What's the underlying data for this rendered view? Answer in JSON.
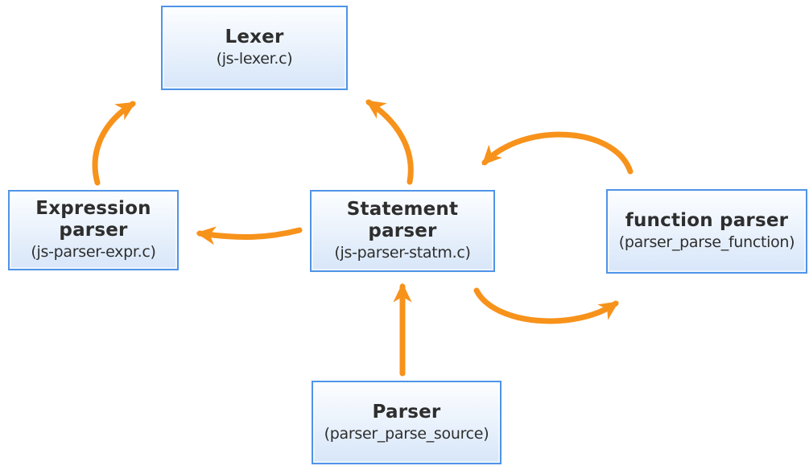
{
  "diagram": {
    "colors": {
      "arrow": "#F7921B",
      "node_border": "#4F94E8",
      "node_fill_top": "#FDFEFF",
      "node_fill_bottom": "#D7E6F9",
      "text": "#2E2E2E",
      "background": "#FFFFFF"
    },
    "nodes": [
      {
        "id": "lexer",
        "title": "Lexer",
        "subtitle": "(js-lexer.c)"
      },
      {
        "id": "expression-parser",
        "title": "Expression\nparser",
        "subtitle": "(js-parser-expr.c)"
      },
      {
        "id": "statement-parser",
        "title": "Statement\nparser",
        "subtitle": "(js-parser-statm.c)"
      },
      {
        "id": "function-parser",
        "title": "function parser",
        "subtitle": "(parser_parse_function)"
      },
      {
        "id": "parser",
        "title": "Parser",
        "subtitle": "(parser_parse_source)"
      }
    ],
    "edges": [
      {
        "from": "expression-parser",
        "to": "lexer"
      },
      {
        "from": "statement-parser",
        "to": "lexer"
      },
      {
        "from": "statement-parser",
        "to": "expression-parser"
      },
      {
        "from": "statement-parser",
        "to": "function-parser"
      },
      {
        "from": "function-parser",
        "to": "statement-parser"
      },
      {
        "from": "parser",
        "to": "statement-parser"
      }
    ]
  }
}
